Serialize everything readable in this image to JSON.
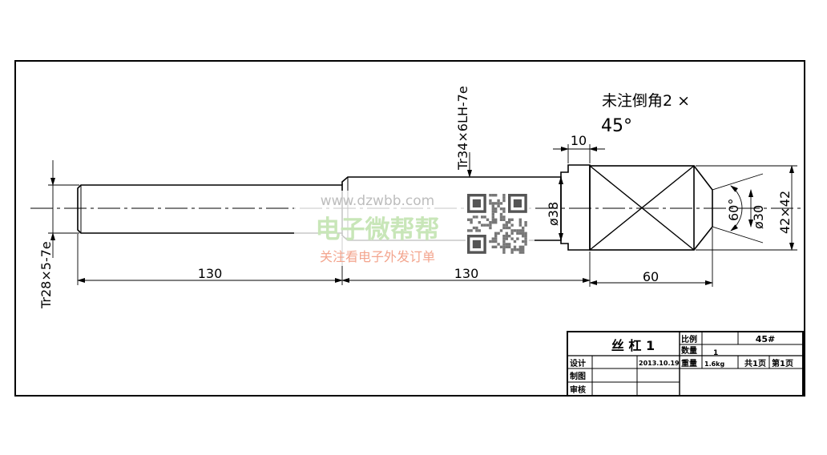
{
  "notes": {
    "chamfer_line1": "未注倒角2 ×",
    "chamfer_line2": "45°"
  },
  "dimensions": {
    "length_left": "130",
    "length_mid": "130",
    "length_right": "60",
    "collar_width": "10",
    "thread_left": "Tr28×5-7e",
    "thread_mid": "Tr34×6LH-7e",
    "diameter_38": "ø38",
    "diameter_30": "ø30",
    "angle_60": "60°",
    "square": "42×42"
  },
  "title_block": {
    "part_name": "丝 杠 1",
    "scale_label": "比例",
    "quantity_label": "数量",
    "quantity_value": "1",
    "material": "45#",
    "weight_label": "重量",
    "weight_value": "1.6kg",
    "sheets_total": "共1页",
    "sheet_number": "第1页",
    "designed_label": "设计",
    "designed_date": "2013.10.19",
    "drawn_label": "制图",
    "checked_label": "审核"
  },
  "watermark": {
    "url": "www.dzwbb.com",
    "brand": "电子微帮帮",
    "slogan": "关注看电子外发订单"
  }
}
